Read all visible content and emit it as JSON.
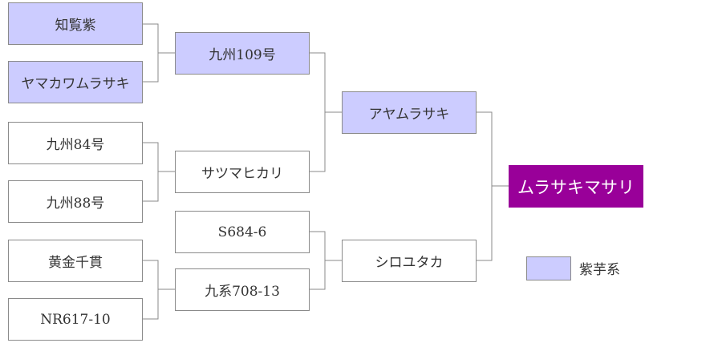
{
  "gen1": {
    "chiran_murasaki": "知覧紫",
    "yamakawa_murasaki": "ヤマカワムラサキ",
    "kyushu_84": "九州84号",
    "kyushu_88": "九州88号",
    "koganesengan": "黄金千貫",
    "nr617_10": "NR617-10"
  },
  "gen2": {
    "kyushu_109": "九州109号",
    "satsuma_hikari": "サツマヒカリ",
    "s684_6": "S684-6",
    "kyuukei_708_13": "九系708-13"
  },
  "gen3": {
    "ayamurasaki": "アヤムラサキ",
    "shiroyutaka": "シロユタカ"
  },
  "result": {
    "murasaki_masari": "ムラサキマサリ"
  },
  "legend": {
    "purple_label": "紫芋系"
  },
  "colors": {
    "purple_fill": "#ccccff",
    "result_fill": "#990099",
    "white_fill": "#ffffff",
    "line": "#8a8a8a"
  }
}
